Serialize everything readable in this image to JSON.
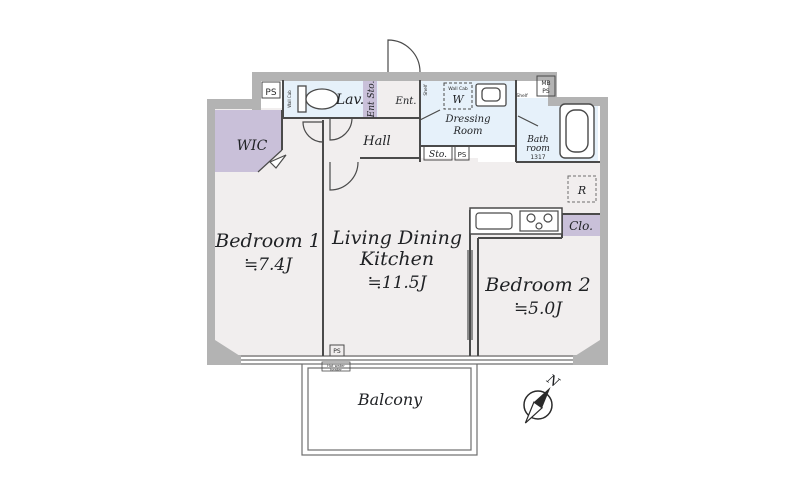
{
  "rooms": {
    "bedroom1": {
      "name": "Bedroom 1",
      "size": "≒7.4J"
    },
    "ldk": {
      "name_line1": "Living Dining",
      "name_line2": "Kitchen",
      "size": "≒11.5J"
    },
    "bedroom2": {
      "name": "Bedroom 2",
      "size": "≒5.0J"
    },
    "balcony": {
      "name": "Balcony"
    },
    "hall": {
      "name": "Hall"
    },
    "wic": {
      "name": "WIC"
    },
    "lav": {
      "name": "Lav."
    },
    "dressing": {
      "name_line1": "Dressing",
      "name_line2": "Room"
    },
    "bath": {
      "name_line1": "Bath",
      "name_line2": "room",
      "code": "1317"
    },
    "clo": {
      "name": "Clo."
    },
    "ent": {
      "name": "Ent."
    },
    "ent_sto": {
      "name": "Ent Sto."
    },
    "sto": {
      "name": "Sto."
    }
  },
  "fixtures": {
    "ps_top_left": "PS",
    "ps_hall": "PS",
    "ps_balcony": "PS",
    "mb_ps_line1": "MB",
    "mb_ps_line2": "PS",
    "washer": "W",
    "wall_cab": "Wall Cab",
    "shelf_left": "Shelf",
    "shelf_right": "Shelf",
    "wall_cab_small": "Wall Cab",
    "refrigerator": "R",
    "hot_water_heater_line1": "Hot water",
    "hot_water_heater_line2": "heater"
  },
  "compass": {
    "label": "N"
  },
  "colors": {
    "wall": "#b3b3b3",
    "floor": "#f1eeee",
    "wet_area": "#e6f1fa",
    "storage": "#c9c0d9",
    "line": "#4a4a4a"
  }
}
